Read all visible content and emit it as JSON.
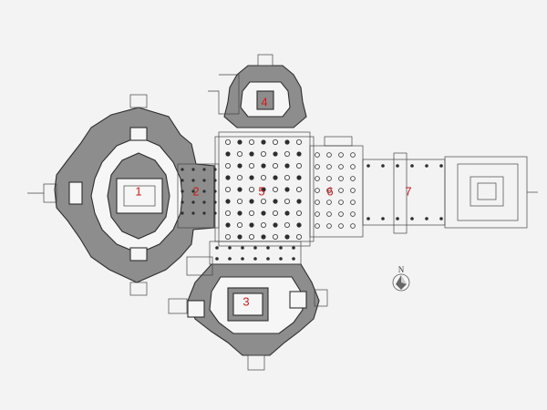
{
  "plan": {
    "labels": [
      {
        "id": "1",
        "text": "1"
      },
      {
        "id": "2",
        "text": "2"
      },
      {
        "id": "3",
        "text": "3"
      },
      {
        "id": "4",
        "text": "4"
      },
      {
        "id": "5",
        "text": "5"
      },
      {
        "id": "6",
        "text": "6"
      },
      {
        "id": "7",
        "text": "7"
      }
    ],
    "label_color": "#d11a1a",
    "hatch_color": "#8d8d8d",
    "ink_color": "#2e2e2e",
    "paper_color": "#f3f3f3"
  },
  "compass": {
    "letter": "N",
    "icon": "north-arrow-icon"
  }
}
